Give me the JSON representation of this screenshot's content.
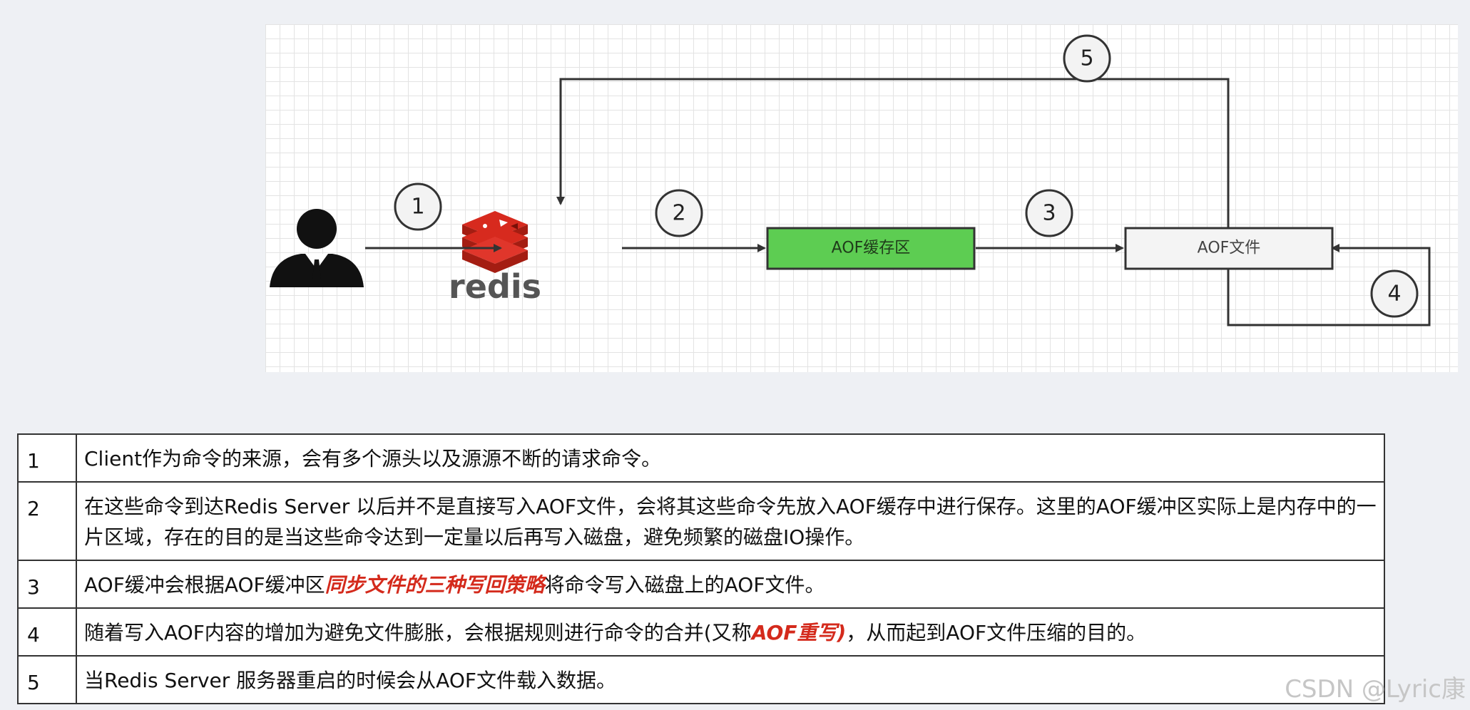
{
  "diagram": {
    "steps": [
      "1",
      "2",
      "3",
      "4",
      "5"
    ],
    "redis_label": "redis",
    "aof_buffer_label": "AOF缓存区",
    "aof_file_label": "AOF文件",
    "colors": {
      "buffer_fill": "#5dcd52",
      "redis_red": "#d72a1e",
      "file_fill": "#f4f4f4"
    }
  },
  "table": {
    "rows": [
      {
        "num": "1",
        "text": "Client作为命令的来源，会有多个源头以及源源不断的请求命令。"
      },
      {
        "num": "2",
        "text": "在这些命令到达Redis Server 以后并不是直接写入AOF文件，会将其这些命令先放入AOF缓存中进行保存。这里的AOF缓冲区实际上是内存中的一片区域，存在的目的是当这些命令达到一定量以后再写入磁盘，避免频繁的磁盘IO操作。"
      },
      {
        "num": "3",
        "text_before": "AOF缓冲会根据AOF缓冲区",
        "text_highlight": "同步文件的三种写回策略",
        "text_after": "将命令写入磁盘上的AOF文件。"
      },
      {
        "num": "4",
        "text_before": "随着写入AOF内容的增加为避免文件膨胀，会根据规则进行命令的合并(又称",
        "text_highlight": "AOF重写)",
        "text_after": "，从而起到AOF文件压缩的目的。"
      },
      {
        "num": "5",
        "text": "当Redis Server 服务器重启的时候会从AOF文件载入数据。"
      }
    ]
  },
  "watermark": "CSDN @Lyric康"
}
